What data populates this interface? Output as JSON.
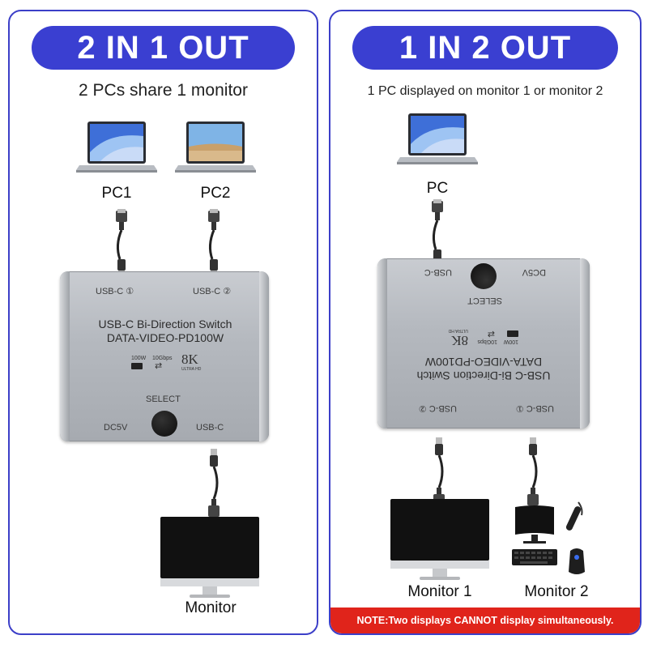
{
  "left": {
    "title": "2 IN 1 OUT",
    "subtitle": "2 PCs share 1 monitor",
    "pc1_label": "PC1",
    "pc2_label": "PC2",
    "monitor_label": "Monitor",
    "switch": {
      "port1": "USB-C ①",
      "port2": "USB-C ②",
      "title_line1": "USB-C Bi-Direction Switch",
      "title_line2": "DATA-VIDEO-PD100W",
      "badge_power": "100W",
      "badge_speed": "10Gbps",
      "badge_res": "8K",
      "badge_res_sub": "ULTRA HD",
      "select": "SELECT",
      "dc": "DC5V",
      "out_port": "USB-C"
    }
  },
  "right": {
    "title": "1 IN 2 OUT",
    "subtitle": "1 PC displayed on monitor 1 or monitor 2",
    "pc_label": "PC",
    "monitor1_label": "Monitor 1",
    "monitor2_label": "Monitor 2",
    "note": "NOTE:Two displays CANNOT display simultaneously.",
    "switch": {
      "port1": "USB-C ①",
      "port2": "USB-C ②",
      "title_line1": "USB-C Bi-Direction Switch",
      "title_line2": "DATA-VIDEO-PD100W",
      "badge_power": "100W",
      "badge_speed": "10Gbps",
      "badge_res": "8K",
      "badge_res_sub": "ULTRA HD",
      "select": "SELECT",
      "dc": "DC5V",
      "out_port": "USB-C"
    }
  },
  "colors": {
    "accent": "#3a3fd1",
    "border": "#3c3fc8",
    "note_bg": "#e0241b"
  }
}
